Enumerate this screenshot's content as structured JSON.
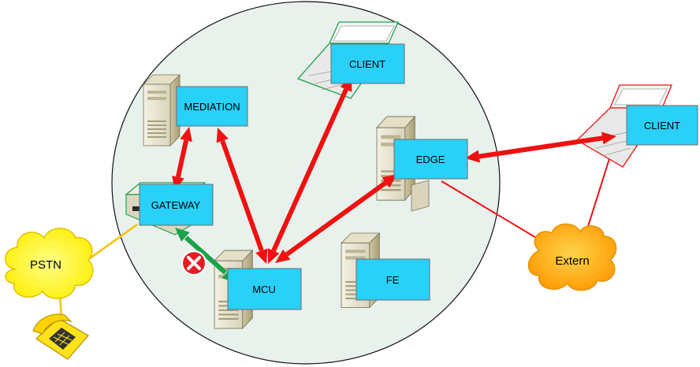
{
  "colors": {
    "boundary_fill": "#e8f1ec",
    "boundary_stroke": "#111111",
    "label_box_fill": "#29d0f7",
    "link_red": "#ee1111",
    "link_green": "#1aa34a",
    "line_yellow": "#f5c200",
    "cloud_yellow": "#ffff33",
    "cloud_orange": "#ffb11a",
    "error_red": "#e31b23"
  },
  "nodes": {
    "mediation": "MEDIATION",
    "client_internal": "CLIENT",
    "edge": "EDGE",
    "client_external": "CLIENT",
    "gateway": "GATEWAY",
    "mcu": "MCU",
    "fe": "FE"
  },
  "clouds": {
    "pstn": "PSTN",
    "extern": "Extern"
  },
  "icons": [
    "server-icon",
    "laptop-icon",
    "gateway-device-icon",
    "phone-icon",
    "error-x-icon",
    "cloud-icon"
  ]
}
